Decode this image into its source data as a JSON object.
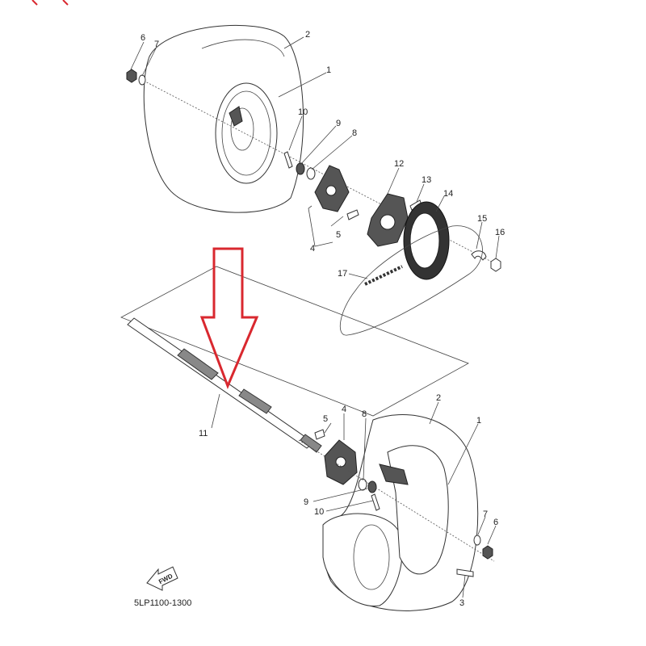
{
  "diagram": {
    "code": "5LP1100-1300",
    "fwd_label": "FWD",
    "callouts": {
      "top": [
        "1",
        "2",
        "4",
        "5",
        "6",
        "7",
        "8",
        "9",
        "10",
        "12",
        "13",
        "14",
        "15",
        "16",
        "17"
      ],
      "axle": "11",
      "bottom": [
        "1",
        "2",
        "3",
        "4",
        "5",
        "6",
        "7",
        "8",
        "9",
        "10"
      ]
    }
  },
  "annotation": {
    "arrow_color": "#d9282f",
    "type": "down-arrow"
  }
}
